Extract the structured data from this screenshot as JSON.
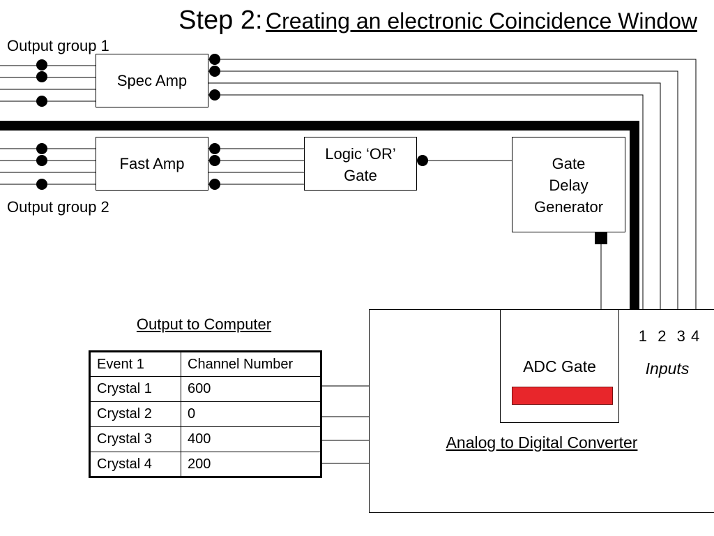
{
  "title": {
    "step": "Step 2:",
    "subtitle": "Creating an electronic Coincidence Window"
  },
  "labels": {
    "output_group_1": "Output group 1",
    "output_group_2": "Output group 2"
  },
  "blocks": {
    "spec_amp": "Spec Amp",
    "fast_amp": "Fast Amp",
    "logic_or_gate": "Logic ‘OR’\nGate",
    "gate_delay_generator": "Gate\nDelay\nGenerator"
  },
  "adc": {
    "label": "Analog to Digital Converter",
    "gate_label": "ADC Gate",
    "gate_bar_color": "#e8262b",
    "input_numbers": "1  2  3 4",
    "inputs_label": "Inputs"
  },
  "output": {
    "title": "Output to Computer",
    "table": {
      "headers": [
        "Event 1",
        "Channel Number"
      ],
      "rows": [
        [
          "Crystal 1",
          "600"
        ],
        [
          "Crystal 2",
          "0"
        ],
        [
          "Crystal 3",
          "400"
        ],
        [
          "Crystal 4",
          "200"
        ]
      ]
    }
  }
}
